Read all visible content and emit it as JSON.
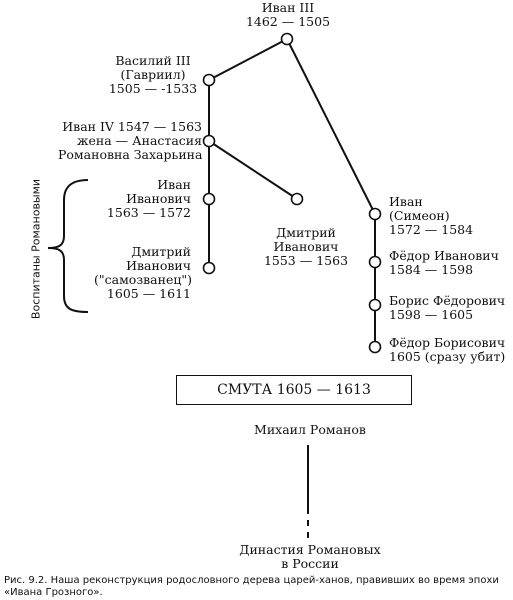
{
  "nodes": {
    "ivan3": {
      "name": "Иван III",
      "years": "1462 — 1505"
    },
    "vasily3": {
      "name": "Василий III",
      "alias": "(Гавриил)",
      "years": "1505 — -1533"
    },
    "ivan4": {
      "line1": "Иван IV 1547 — 1563",
      "line2": "жена — Анастасия",
      "line3": "Романовна Захарьина"
    },
    "ivan_ivanovich": {
      "line1": "Иван",
      "line2": "Иванович",
      "line3": "1563 — 1572"
    },
    "dmitry_samozvanets": {
      "line1": "Дмитрий",
      "line2": "Иванович",
      "line3": "(\"самозванец\")",
      "line4": "1605 — 1611"
    },
    "dmitry_ivanovich": {
      "line1": "Дмитрий",
      "line2": "Иванович",
      "line3": "1553 — 1563"
    },
    "ivan_simeon": {
      "line1": "Иван",
      "line2": "(Симеон)",
      "line3": "1572 — 1584"
    },
    "fedor_ivanovich": {
      "line1": "Фёдор Иванович",
      "line2": "1584 — 1598"
    },
    "boris": {
      "line1": "Борис Фёдорович",
      "line2": "1598 — 1605"
    },
    "fedor_borisovich": {
      "line1": "Фёдор Борисович",
      "line2": "1605 (сразу убит)"
    },
    "mikhail": {
      "name": "Михаил Романов"
    },
    "dynasty": {
      "line1": "Династия Романовых",
      "line2": "в России"
    }
  },
  "side_label": "Воспитаны Романовыми",
  "smuta": "СМУТА 1605 — 1613",
  "caption": "Рис. 9.2. Наша реконструкция родословного дерева царей-ханов, правивших во время эпохи «Ивана Грозного»."
}
